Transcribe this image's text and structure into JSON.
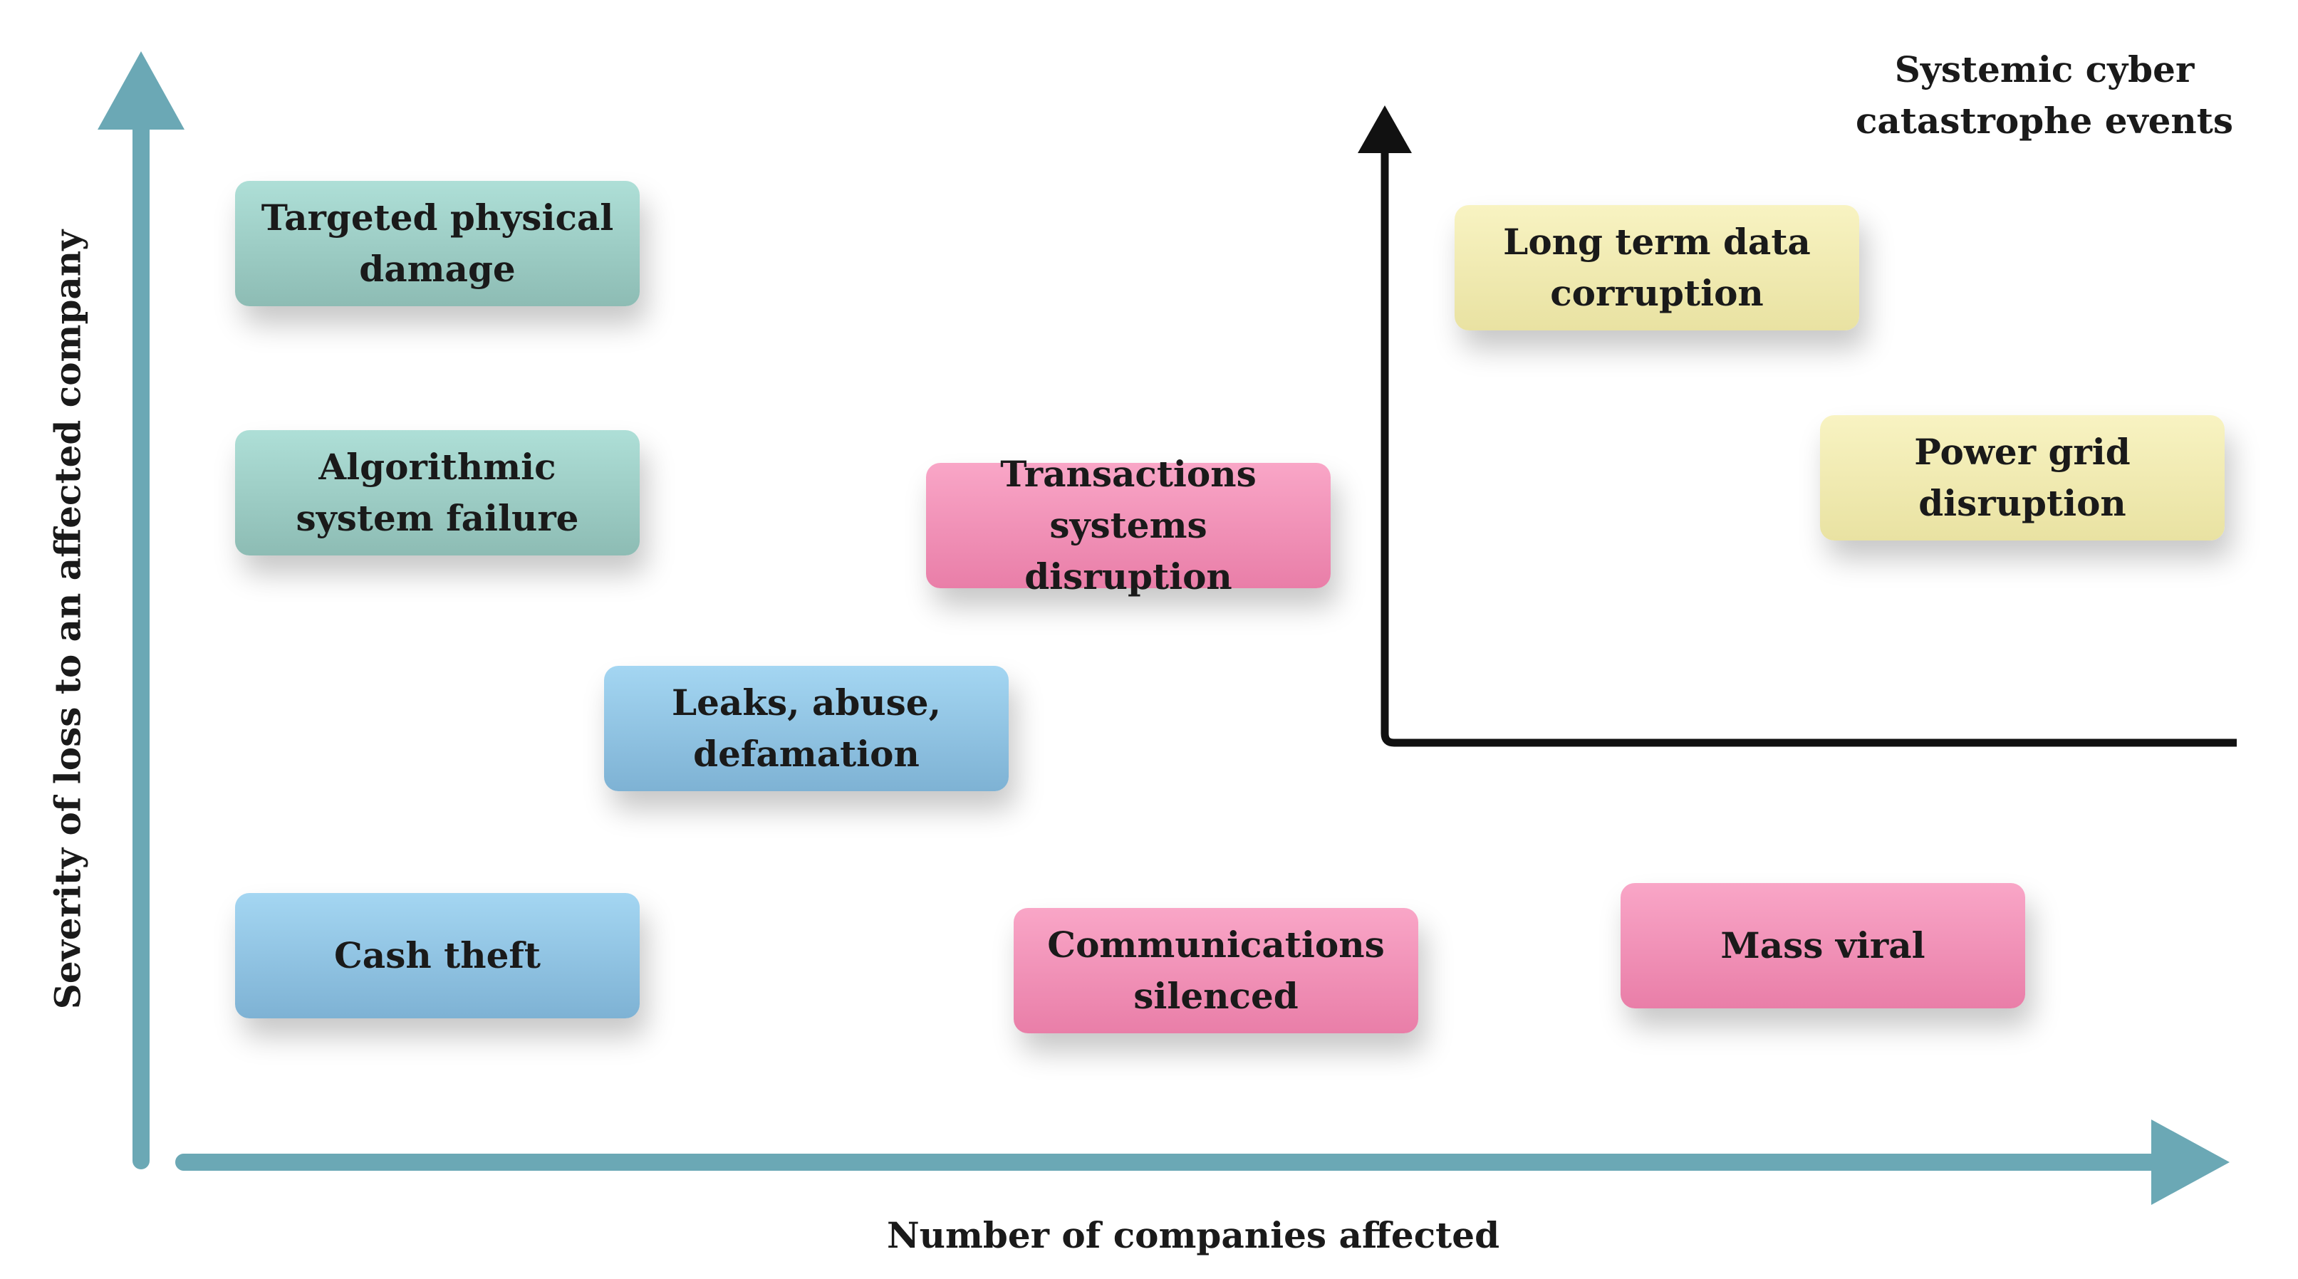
{
  "axes": {
    "x_label": "Number of companies affected",
    "y_label": "Severity of loss to an affected company"
  },
  "systemic_region": {
    "label": "Systemic cyber catastrophe events"
  },
  "colors": {
    "axis": "#6ba8b5",
    "systemic_axis": "#111111",
    "teal": "#9ccec6",
    "blue": "#8fc4e6",
    "pink": "#f291b8",
    "yellow": "#f1ebb3"
  },
  "events": [
    {
      "label": "Targeted physical damage",
      "color": "teal"
    },
    {
      "label": "Algorithmic system failure",
      "color": "teal"
    },
    {
      "label": "Leaks, abuse, defamation",
      "color": "blue"
    },
    {
      "label": "Cash theft",
      "color": "blue"
    },
    {
      "label": "Transactions systems disruption",
      "color": "pink"
    },
    {
      "label": "Communications silenced",
      "color": "pink"
    },
    {
      "label": "Mass viral",
      "color": "pink"
    },
    {
      "label": "Long term data corruption",
      "color": "yellow"
    },
    {
      "label": "Power grid disruption",
      "color": "yellow"
    }
  ]
}
